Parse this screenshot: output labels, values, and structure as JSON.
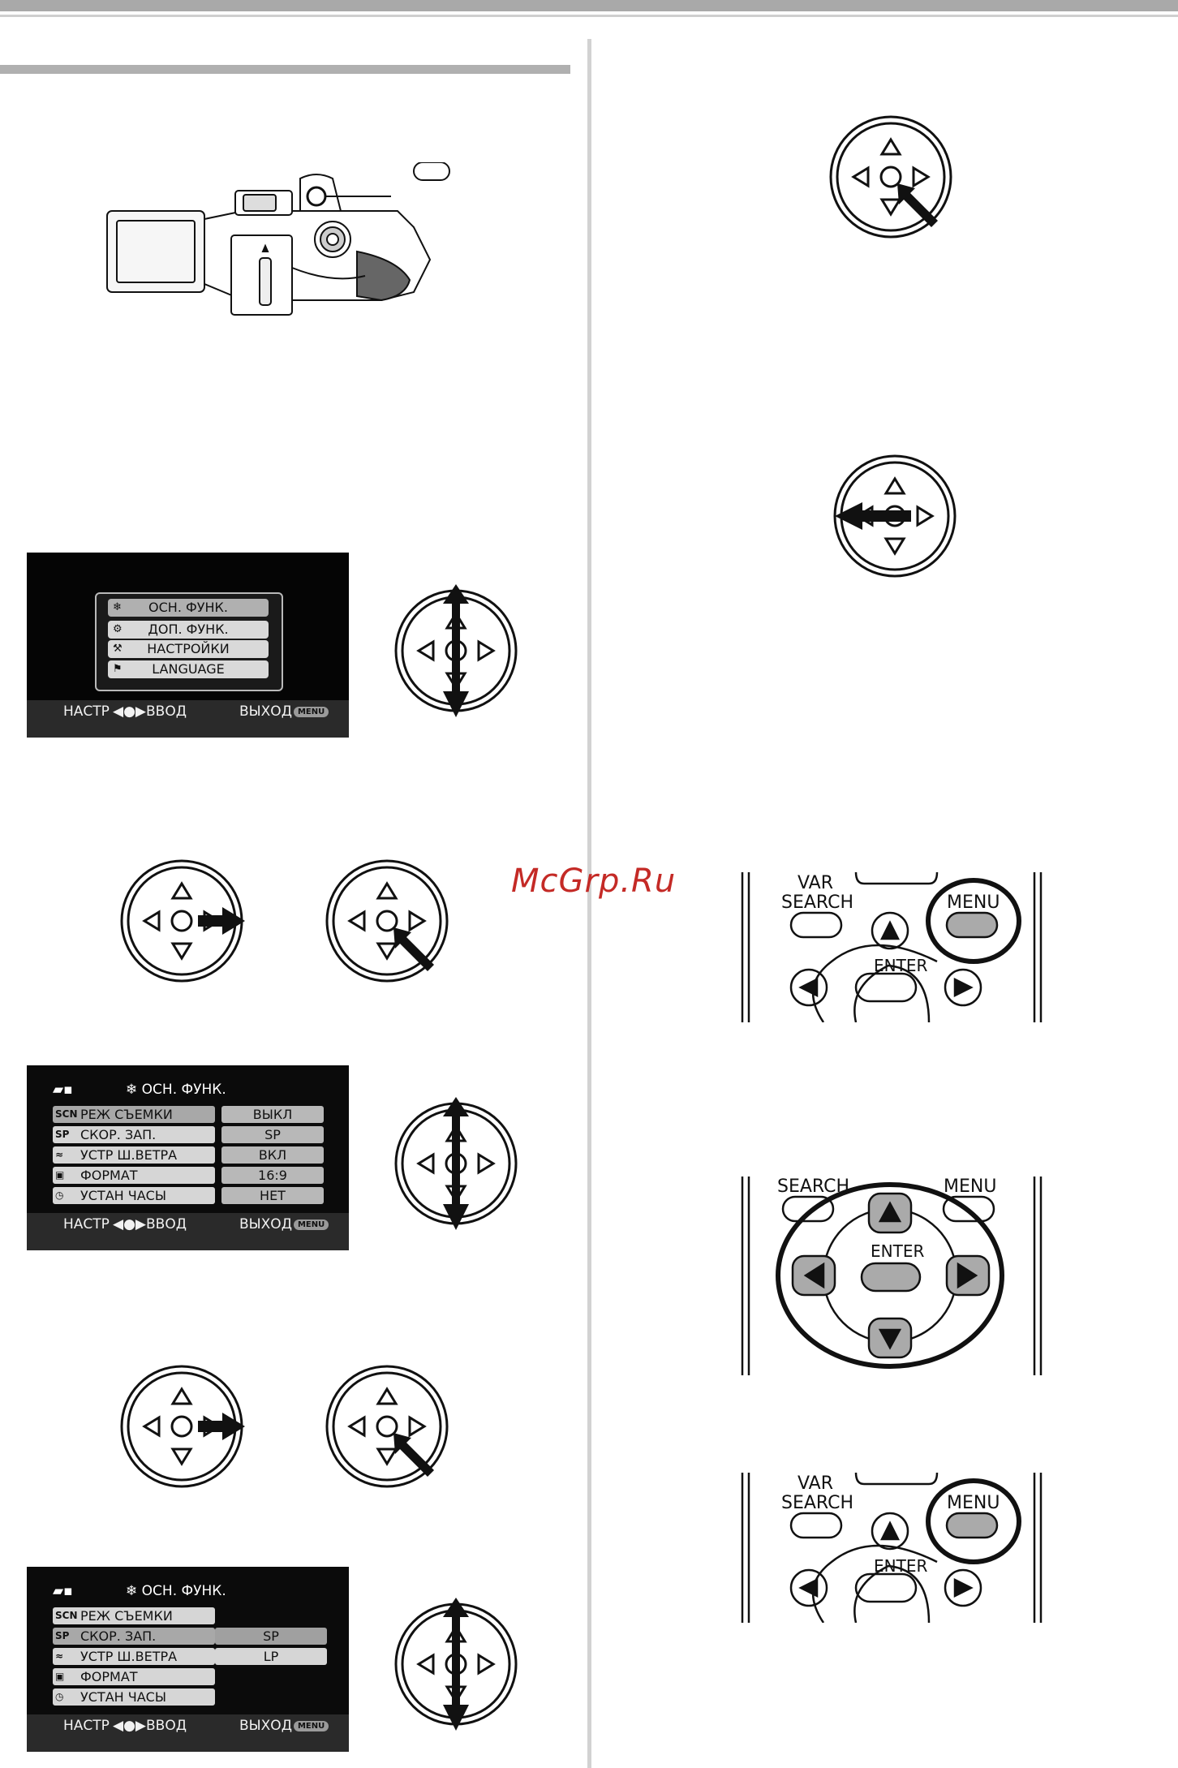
{
  "watermark": "McGrp.Ru",
  "menu_screen": {
    "items": [
      {
        "icon": "❄",
        "label": "ОСН. ФУНК."
      },
      {
        "icon": "⚙",
        "label": "ДОП. ФУНК."
      },
      {
        "icon": "⚒",
        "label": "НАСТРОЙКИ"
      },
      {
        "icon": "⚑",
        "label": "LANGUAGE"
      }
    ],
    "footer_left": "НАСТР",
    "footer_mid": "ВВОД",
    "footer_right": "ВЫХОД",
    "menu_badge": "MENU"
  },
  "basic_screen": {
    "title": "ОСН. ФУНК.",
    "rows": [
      {
        "icon": "SCN",
        "label": "РЕЖ СЪЕМКИ",
        "value": "ВЫКЛ"
      },
      {
        "icon": "SP",
        "label": "СКОР. ЗАП.",
        "value": "SP"
      },
      {
        "icon": "≈",
        "label": "УСТР Ш.ВЕТРА",
        "value": "ВКЛ"
      },
      {
        "icon": "▣",
        "label": "ФОРМАТ",
        "value": "16:9"
      },
      {
        "icon": "◷",
        "label": "УСТАН ЧАСЫ",
        "value": "НЕТ"
      }
    ],
    "footer_left": "НАСТР",
    "footer_mid": "ВВОД",
    "footer_right": "ВЫХОД",
    "menu_badge": "MENU"
  },
  "speed_screen": {
    "title": "ОСН. ФУНК.",
    "rows": [
      {
        "icon": "SCN",
        "label": "РЕЖ СЪЕМКИ"
      },
      {
        "icon": "SP",
        "label": "СКОР. ЗАП."
      },
      {
        "icon": "≈",
        "label": "УСТР Ш.ВЕТРА"
      },
      {
        "icon": "▣",
        "label": "ФОРМАТ"
      },
      {
        "icon": "◷",
        "label": "УСТАН ЧАСЫ"
      }
    ],
    "options": [
      "SP",
      "LP"
    ],
    "footer_left": "НАСТР",
    "footer_mid": "ВВОД",
    "footer_right": "ВЫХОД",
    "menu_badge": "MENU"
  },
  "remote": {
    "var": "VAR",
    "search": "SEARCH",
    "search_partial": "SEARCH",
    "menu": "MENU",
    "enter": "ENTER"
  }
}
